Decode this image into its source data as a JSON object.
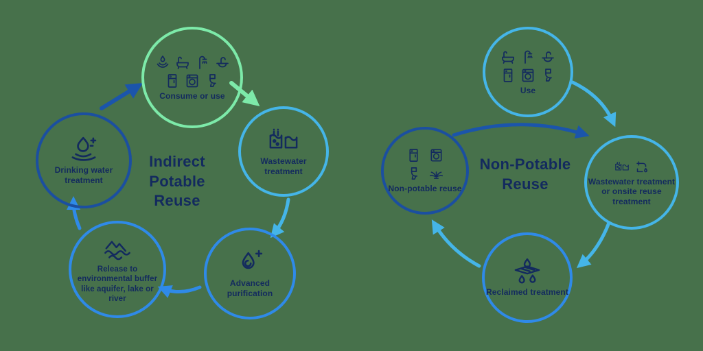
{
  "colors": {
    "background": "#47714B",
    "navy_text": "#132A5E",
    "mint": "#7DEAA9",
    "sky_blue": "#45B5E8",
    "medium_blue": "#2F8AE8",
    "dark_blue": "#1B4FA0",
    "dark_arrow": "#1B55AB"
  },
  "left_diagram": {
    "title": "Indirect\nPotable\nReuse",
    "nodes": {
      "consume": {
        "label": "Consume or use",
        "icons": [
          "hand-washing-icon",
          "bathtub-icon",
          "shower-icon",
          "sink-icon",
          "dishwasher-icon",
          "washing-machine-icon",
          "toilet-icon"
        ]
      },
      "wastewater": {
        "label": "Wastewater treatment",
        "icons": [
          "treatment-tank-icon"
        ]
      },
      "advanced": {
        "label": "Advanced purification",
        "icons": [
          "droplet-plus-icon"
        ]
      },
      "release": {
        "label": "Release to environmental buffer like aquifer, lake or river",
        "icons": [
          "environmental-buffer-icon"
        ]
      },
      "drinking": {
        "label": "Drinking water treatment",
        "icons": [
          "clean-droplet-ripples-icon"
        ]
      }
    },
    "arrows": [
      {
        "from": "drinking",
        "to": "consume"
      },
      {
        "from": "consume",
        "to": "wastewater"
      },
      {
        "from": "wastewater",
        "to": "advanced"
      },
      {
        "from": "advanced",
        "to": "release"
      },
      {
        "from": "release",
        "to": "drinking"
      }
    ]
  },
  "right_diagram": {
    "title": "Non-Potable\nReuse",
    "nodes": {
      "use": {
        "label": "Use",
        "icons": [
          "bathtub-icon",
          "shower-icon",
          "sink-icon",
          "dishwasher-icon",
          "washing-machine-icon",
          "toilet-icon"
        ]
      },
      "wastewater_onsite": {
        "label": "Wastewater treatment or onsite reuse treatment",
        "icons": [
          "treatment-tank-icon",
          "reuse-faucet-icon"
        ]
      },
      "reclaimed": {
        "label": "Reclaimed treatment",
        "icons": [
          "filter-droplets-icon"
        ]
      },
      "non_potable": {
        "label": "Non-potable reuse",
        "icons": [
          "dishwasher-icon",
          "washing-machine-icon",
          "toilet-icon",
          "irrigation-icon"
        ]
      }
    },
    "arrows": [
      {
        "from": "use",
        "to": "wastewater_onsite"
      },
      {
        "from": "non_potable",
        "to": "wastewater_onsite"
      },
      {
        "from": "wastewater_onsite",
        "to": "reclaimed"
      },
      {
        "from": "reclaimed",
        "to": "non_potable"
      }
    ]
  }
}
